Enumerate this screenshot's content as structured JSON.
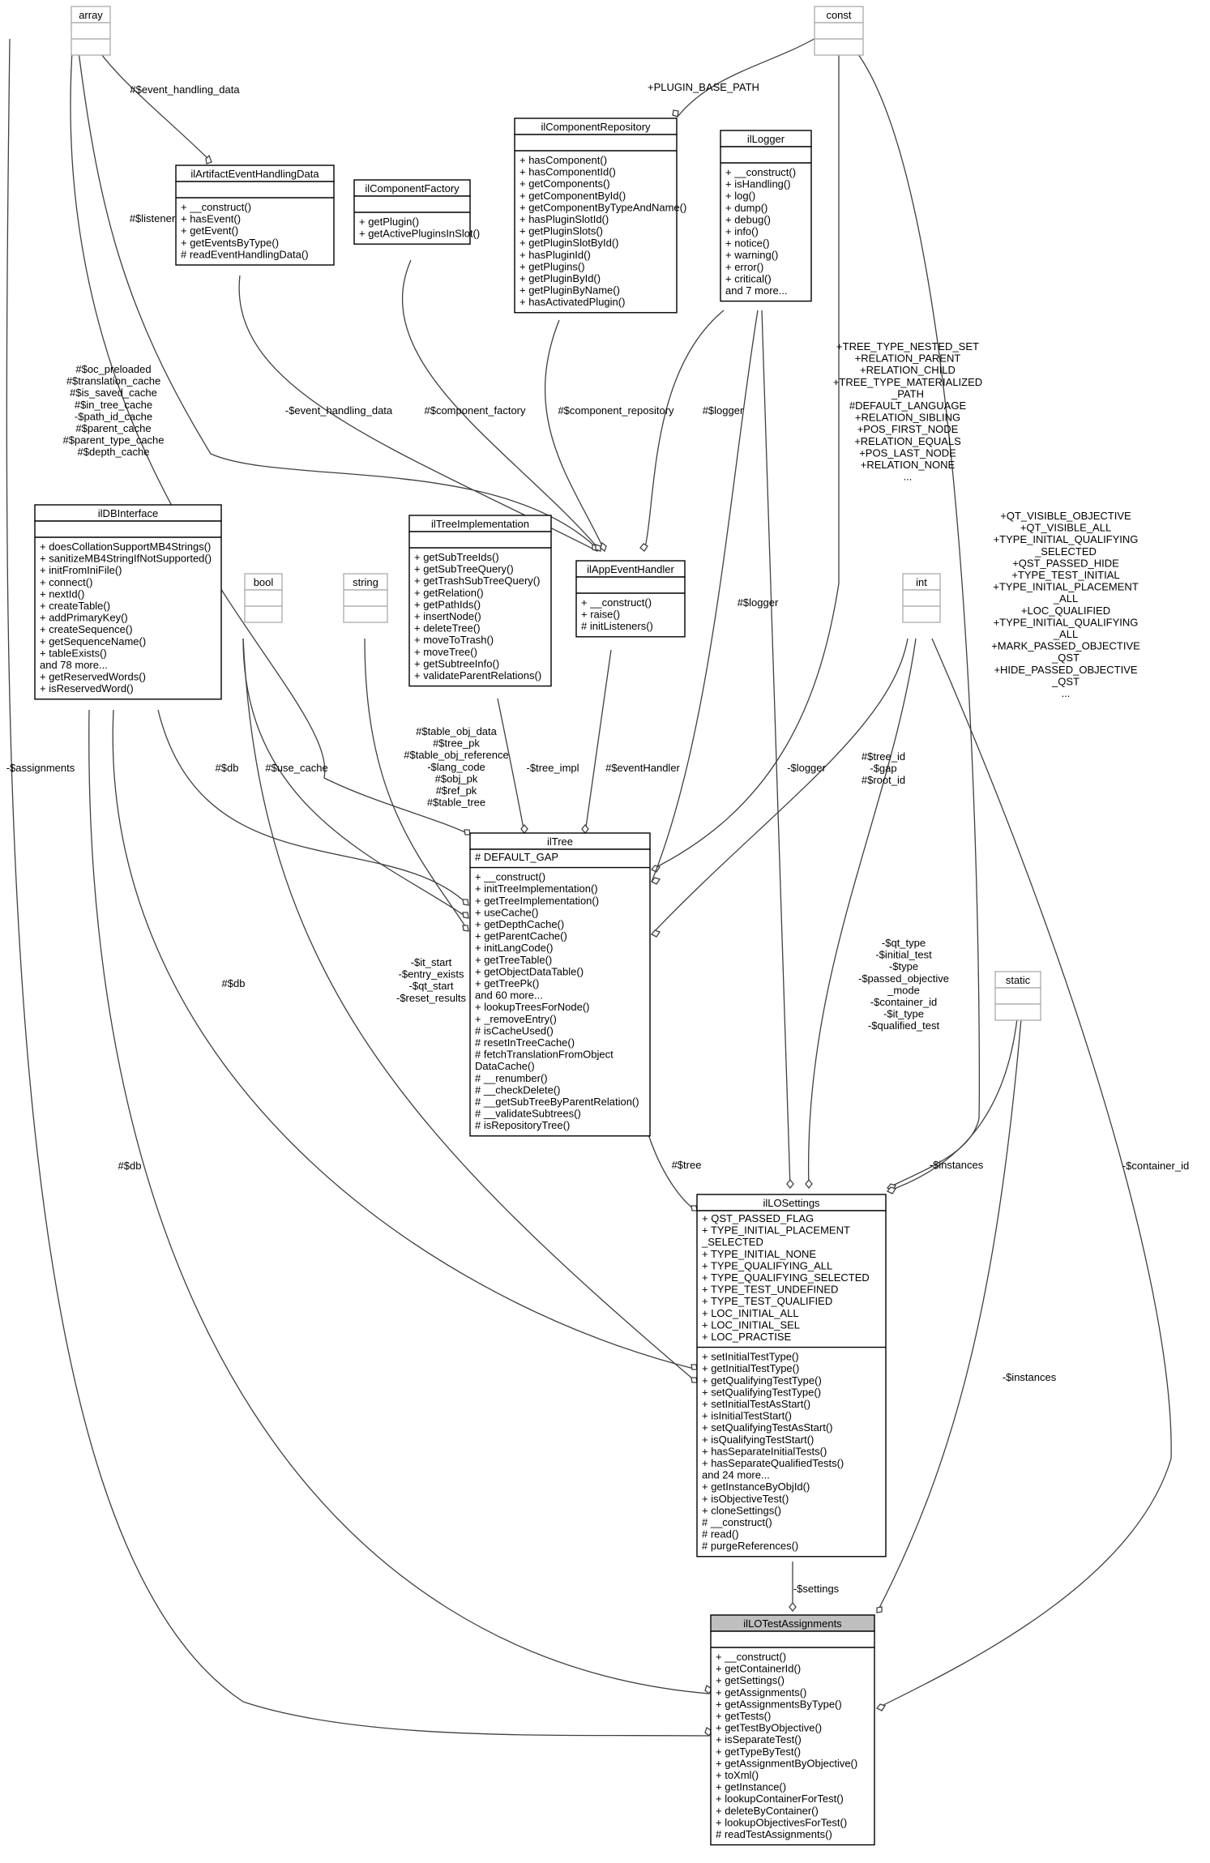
{
  "classes": {
    "array": {
      "name": "array",
      "attributes": [],
      "methods": []
    },
    "const": {
      "name": "const",
      "attributes": [],
      "methods": []
    },
    "artifact": {
      "name": "ilArtifactEventHandlingData",
      "attributes": [],
      "methods": [
        "+ __construct()",
        "+ hasEvent()",
        "+ getEvent()",
        "+ getEventsByType()",
        "# readEventHandlingData()"
      ]
    },
    "factory": {
      "name": "ilComponentFactory",
      "attributes": [],
      "methods": [
        "+ getPlugin()",
        "+ getActivePluginsInSlot()"
      ]
    },
    "repository": {
      "name": "ilComponentRepository",
      "attributes": [],
      "methods": [
        "+ hasComponent()",
        "+ hasComponentId()",
        "+ getComponents()",
        "+ getComponentById()",
        "+ getComponentByTypeAndName()",
        "+ hasPluginSlotId()",
        "+ getPluginSlots()",
        "+ getPluginSlotById()",
        "+ hasPluginId()",
        "+ getPlugins()",
        "+ getPluginById()",
        "+ getPluginByName()",
        "+ hasActivatedPlugin()"
      ]
    },
    "logger": {
      "name": "ilLogger",
      "attributes": [],
      "methods": [
        "+ __construct()",
        "+ isHandling()",
        "+ log()",
        "+ dump()",
        "+ debug()",
        "+ info()",
        "+ notice()",
        "+ warning()",
        "+ error()",
        "+ critical()",
        "and 7 more..."
      ]
    },
    "dbinterface": {
      "name": "ilDBInterface",
      "attributes": [],
      "methods": [
        "+ doesCollationSupportMB4Strings()",
        "+ sanitizeMB4StringIfNotSupported()",
        "+ initFromIniFile()",
        "+ connect()",
        "+ nextId()",
        "+ createTable()",
        "+ addPrimaryKey()",
        "+ createSequence()",
        "+ getSequenceName()",
        "+ tableExists()",
        "and 78 more...",
        "+ getReservedWords()",
        "+ isReservedWord()"
      ]
    },
    "bool": {
      "name": "bool",
      "attributes": [],
      "methods": []
    },
    "string": {
      "name": "string",
      "attributes": [],
      "methods": []
    },
    "treeimpl": {
      "name": "ilTreeImplementation",
      "attributes": [],
      "methods": [
        "+ getSubTreeIds()",
        "+ getSubTreeQuery()",
        "+ getTrashSubTreeQuery()",
        "+ getRelation()",
        "+ getPathIds()",
        "+ insertNode()",
        "+ deleteTree()",
        "+ moveToTrash()",
        "+ moveTree()",
        "+ getSubtreeInfo()",
        "+ validateParentRelations()"
      ]
    },
    "appevent": {
      "name": "ilAppEventHandler",
      "attributes": [],
      "methods": [
        "+ __construct()",
        "+ raise()",
        "# initListeners()"
      ]
    },
    "int": {
      "name": "int",
      "attributes": [],
      "methods": []
    },
    "static": {
      "name": "static",
      "attributes": [],
      "methods": []
    },
    "iltree": {
      "name": "ilTree",
      "attributes": [
        "# DEFAULT_GAP"
      ],
      "methods": [
        "+ __construct()",
        "+ initTreeImplementation()",
        "+ getTreeImplementation()",
        "+ useCache()",
        "+ getDepthCache()",
        "+ getParentCache()",
        "+ initLangCode()",
        "+ getTreeTable()",
        "+ getObjectDataTable()",
        "+ getTreePk()",
        "and 60 more...",
        "+ lookupTreesForNode()",
        "+ _removeEntry()",
        "# isCacheUsed()",
        "# resetInTreeCache()",
        "# fetchTranslationFromObject",
        "DataCache()",
        "# __renumber()",
        "# __checkDelete()",
        "# __getSubTreeByParentRelation()",
        "# __validateSubtrees()",
        "# isRepositoryTree()"
      ]
    },
    "losettings": {
      "name": "ilLOSettings",
      "attributes": [
        "+ QST_PASSED_FLAG",
        "+ TYPE_INITIAL_PLACEMENT",
        "_SELECTED",
        "+ TYPE_INITIAL_NONE",
        "+ TYPE_QUALIFYING_ALL",
        "+ TYPE_QUALIFYING_SELECTED",
        "+ TYPE_TEST_UNDEFINED",
        "+ TYPE_TEST_QUALIFIED",
        "+ LOC_INITIAL_ALL",
        "+ LOC_INITIAL_SEL",
        "+ LOC_PRACTISE"
      ],
      "methods": [
        "+ setInitialTestType()",
        "+ getInitialTestType()",
        "+ getQualifyingTestType()",
        "+ setQualifyingTestType()",
        "+ setInitialTestAsStart()",
        "+ isInitialTestStart()",
        "+ setQualifyingTestAsStart()",
        "+ isQualifyingTestStart()",
        "+ hasSeparateInitialTests()",
        "+ hasSeparateQualifiedTests()",
        "and 24 more...",
        "+ getInstanceByObjId()",
        "+ isObjectiveTest()",
        "+ cloneSettings()",
        "# __construct()",
        "# read()",
        "# purgeReferences()"
      ]
    },
    "testassign": {
      "name": "ilLOTestAssignments",
      "attributes": [],
      "methods": [
        "+ __construct()",
        "+ getContainerId()",
        "+ getSettings()",
        "+ getAssignments()",
        "+ getAssignmentsByType()",
        "+ getTests()",
        "+ getTestByObjective()",
        "+ isSeparateTest()",
        "+ getTypeByTest()",
        "+ getAssignmentByObjective()",
        "+ toXml()",
        "+ getInstance()",
        "+ lookupContainerForTest()",
        "+ deleteByContainer()",
        "+ lookupObjectivesForTest()",
        "# readTestAssignments()"
      ]
    }
  },
  "edge_labels": {
    "event_handling_data_array": [
      "#$event_handling_data"
    ],
    "plugin_base_path": [
      "+PLUGIN_BASE_PATH"
    ],
    "listener": [
      "#$listener"
    ],
    "tree_const": [
      "+TREE_TYPE_NESTED_SET",
      "+RELATION_PARENT",
      "+RELATION_CHILD",
      "+TREE_TYPE_MATERIALIZED",
      "_PATH",
      "#DEFAULT_LANGUAGE",
      "+RELATION_SIBLING",
      "+POS_FIRST_NODE",
      "+RELATION_EQUALS",
      "+POS_LAST_NODE",
      "+RELATION_NONE",
      "..."
    ],
    "tree_array": [
      "#$oc_preloaded",
      "#$translation_cache",
      "#$is_saved_cache",
      "#$in_tree_cache",
      "-$path_id_cache",
      "#$parent_cache",
      "#$parent_type_cache",
      "#$depth_cache"
    ],
    "event_handling_data_app": [
      "-$event_handling_data"
    ],
    "component_factory": [
      "#$component_factory"
    ],
    "component_repository": [
      "#$component_repository"
    ],
    "logger_app": [
      "#$logger"
    ],
    "settings_const": [
      "+QT_VISIBLE_OBJECTIVE",
      "+QT_VISIBLE_ALL",
      "+TYPE_INITIAL_QUALIFYING",
      "_SELECTED",
      "+QST_PASSED_HIDE",
      "+TYPE_TEST_INITIAL",
      "+TYPE_INITIAL_PLACEMENT",
      "_ALL",
      "+LOC_QUALIFIED",
      "+TYPE_INITIAL_QUALIFYING",
      "_ALL",
      "+MARK_PASSED_OBJECTIVE",
      "_QST",
      "+HIDE_PASSED_OBJECTIVE",
      "_QST",
      "..."
    ],
    "logger_tree": [
      "#$logger"
    ],
    "assignments": [
      "-$assignments"
    ],
    "db_tree": [
      "#$db"
    ],
    "use_cache": [
      "#$use_cache"
    ],
    "tree_string": [
      "#$table_obj_data",
      "#$tree_pk",
      "#$table_obj_reference",
      "-$lang_code",
      "#$obj_pk",
      "#$ref_pk",
      "#$table_tree"
    ],
    "tree_impl": [
      "-$tree_impl"
    ],
    "event_handler": [
      "#$eventHandler"
    ],
    "logger_settings": [
      "-$logger"
    ],
    "tree_int": [
      "#$tree_id",
      "-$gap",
      "#$root_id"
    ],
    "settings_bool": [
      "-$it_start",
      "-$entry_exists",
      "-$qt_start",
      "-$reset_results"
    ],
    "db_settings": [
      "#$db"
    ],
    "settings_int": [
      "-$qt_type",
      "-$initial_test",
      "-$type",
      "-$passed_objective",
      "_mode",
      "-$container_id",
      "-$it_type",
      "-$qualified_test"
    ],
    "tree_settings": [
      "#$tree"
    ],
    "instances_settings": [
      "-$instances"
    ],
    "db_assign": [
      "#$db"
    ],
    "container_id": [
      "-$container_id"
    ],
    "instances_assign": [
      "-$instances"
    ],
    "settings_assign": [
      "-$settings"
    ]
  }
}
